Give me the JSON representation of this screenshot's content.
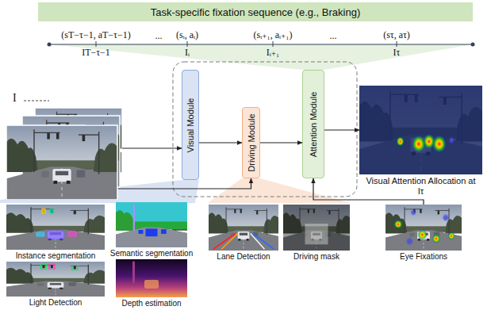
{
  "diagram": {
    "nodes": [
      {
        "text": [
          "Task-specific fixation sequence (e.g., Braking)"
        ]
      },
      {
        "text": [
          "I"
        ]
      },
      {
        "text": [
          "Visual Module"
        ]
      },
      {
        "text": [
          "Driving Module"
        ]
      },
      {
        "text": [
          "Attention Module"
        ]
      },
      {
        "text": [
          "Visual Attention Allocation at Iτ"
        ]
      },
      {
        "text": [
          "Instance segmentation"
        ]
      },
      {
        "text": [
          "Semantic segmentation"
        ]
      },
      {
        "text": [
          "Light Detection"
        ]
      },
      {
        "text": [
          "Depth estimation"
        ]
      },
      {
        "text": [
          "Lane Detection"
        ]
      },
      {
        "text": [
          "Driving mask"
        ]
      },
      {
        "text": [
          "Eye Fixations"
        ]
      }
    ],
    "edges": [
      {
        "from": 1,
        "to": 2,
        "arrow": "to"
      },
      {
        "from": 2,
        "to": 3,
        "arrow": "to"
      },
      {
        "from": 3,
        "to": 4,
        "arrow": "to"
      },
      {
        "from": 4,
        "to": 5,
        "arrow": "to"
      },
      {
        "from": 1,
        "to": 3,
        "arrow": "to"
      },
      {
        "from": 12,
        "to": 4,
        "arrow": "to"
      }
    ],
    "labels": [
      "(sT−τ−1, aT−τ−1)",
      "...",
      "(sᵢ, aᵢ)",
      "(sᵢ₊₁, aᵢ₊₁)",
      "...",
      "(sτ, aτ)",
      "IT−τ−1",
      "Iᵢ",
      "Iᵢ₊₁",
      "Iτ"
    ]
  }
}
